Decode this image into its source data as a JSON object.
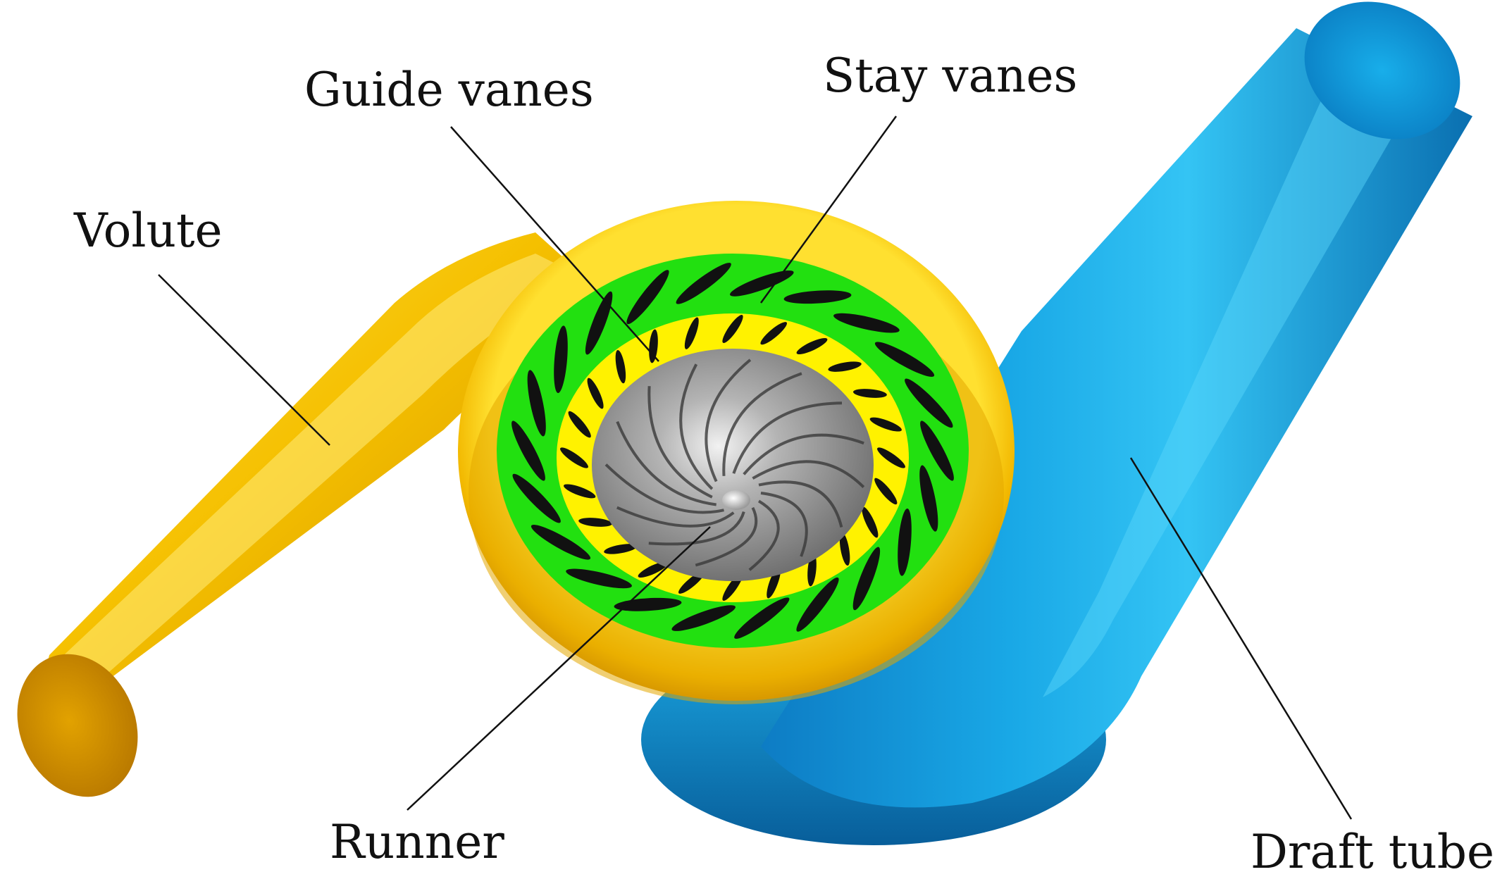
{
  "labels": {
    "volute": "Volute",
    "guide_vanes": "Guide vanes",
    "stay_vanes": "Stay vanes",
    "runner": "Runner",
    "draft_tube": "Draft tube"
  },
  "colors": {
    "volute": "#F5C400",
    "volute_dark": "#C98A00",
    "stay_vane_ring": "#22E010",
    "guide_vane_ring": "#FFF200",
    "runner": "#8C8C8C",
    "draft_tube": "#19A8E6",
    "draft_tube_dark": "#0A6FB0",
    "vanes": "#111111",
    "text": "#111111"
  }
}
